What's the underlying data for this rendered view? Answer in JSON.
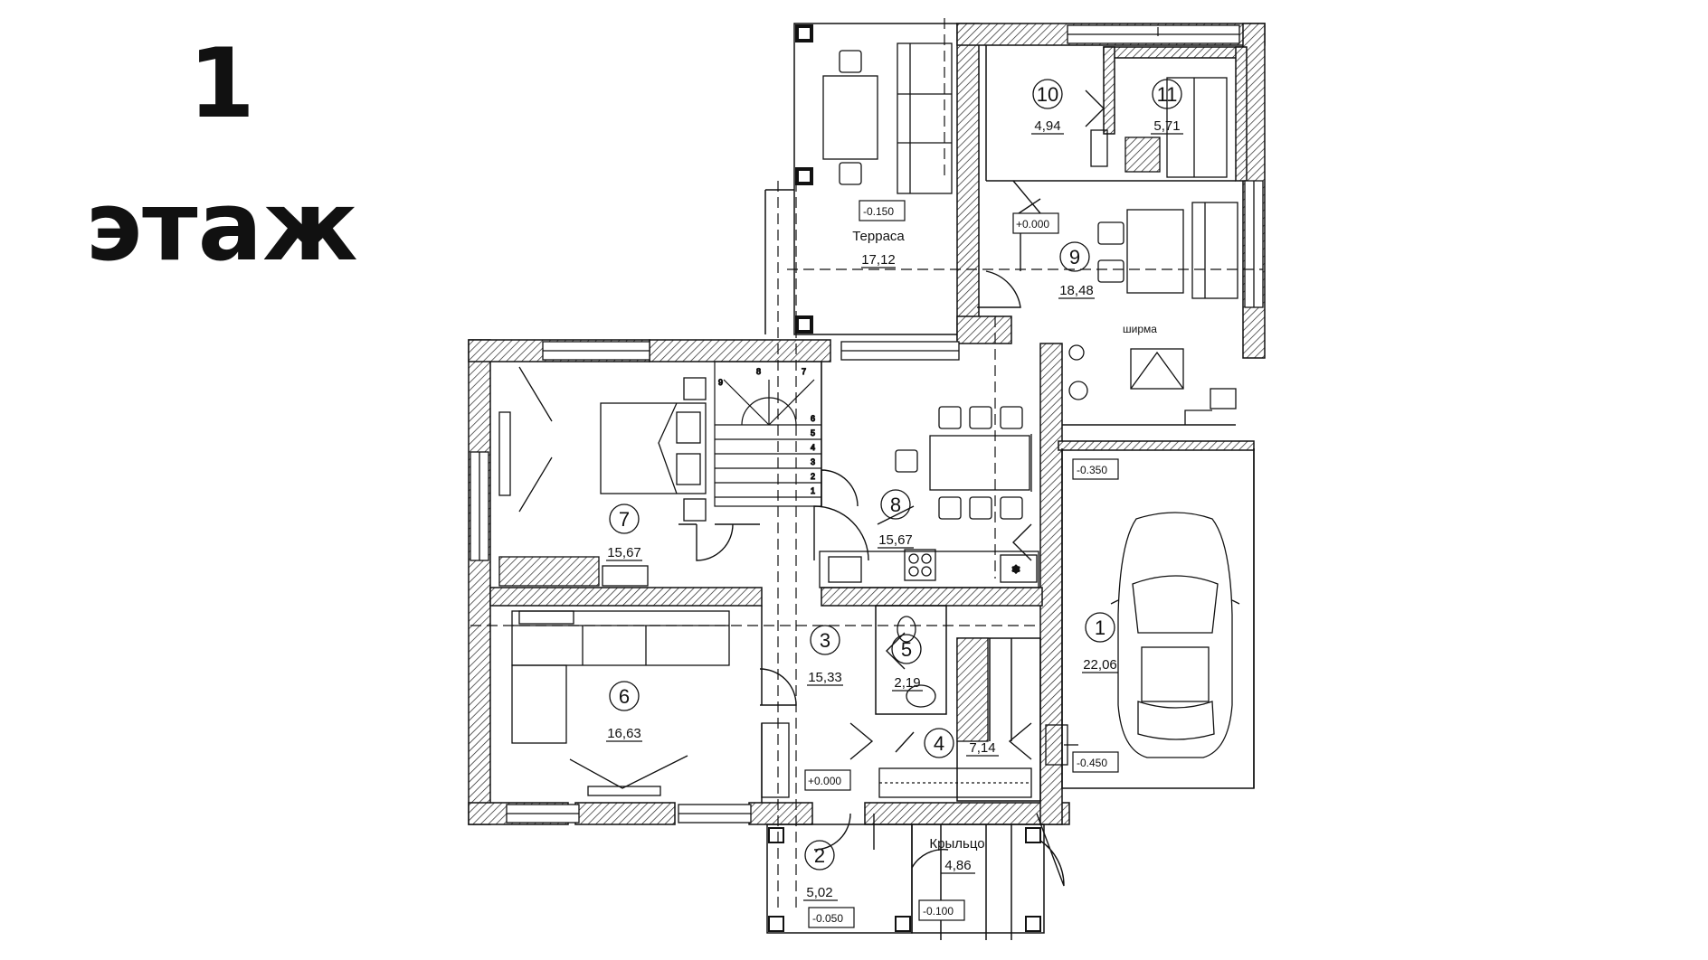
{
  "heading": {
    "number": "1",
    "floor": "этаж"
  },
  "rooms": [
    {
      "number": "1",
      "area": "22,06"
    },
    {
      "number": "2",
      "area": "5,02"
    },
    {
      "number": "3",
      "area": "15,33"
    },
    {
      "number": "4",
      "area": "7,14"
    },
    {
      "number": "5",
      "area": "2,19"
    },
    {
      "number": "6",
      "area": "16,63"
    },
    {
      "number": "7",
      "area": "15,67"
    },
    {
      "number": "8",
      "area": "15,67"
    },
    {
      "number": "9",
      "area": "18,48"
    },
    {
      "number": "10",
      "area": "4,94"
    },
    {
      "number": "11",
      "area": "5,71"
    }
  ],
  "terrace": {
    "name": "Терраса",
    "area": "17,12",
    "level": "-0.150"
  },
  "porch": {
    "name": "Крыльцо",
    "area": "4,86",
    "level": "-0.100"
  },
  "screen_label": "ширма",
  "levels": {
    "lounge": "+0.000",
    "hall": "+0.000",
    "garage_top": "-0.350",
    "garage_bottom": "-0.450",
    "vestibule": "-0.050"
  },
  "stair_steps": [
    "1",
    "2",
    "3",
    "4",
    "5",
    "6",
    "7",
    "8",
    "9"
  ]
}
